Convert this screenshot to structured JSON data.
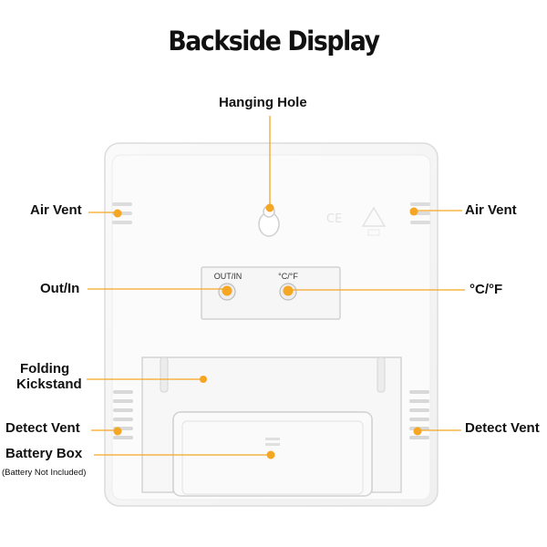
{
  "title": "Backside Display",
  "labels": {
    "hanging_hole": "Hanging Hole",
    "air_vent_left": "Air Vent",
    "air_vent_right": "Air Vent",
    "out_in": "Out/In",
    "c_f": "°C/°F",
    "folding_line1": "Folding",
    "folding_line2": "Kickstand",
    "detect_vent_left": "Detect Vent",
    "detect_vent_right": "Detect Vent",
    "battery_box": "Battery Box",
    "battery_note": "(Battery Not Included)"
  },
  "switch_labels": {
    "out_in": "OUT/IN",
    "c_f": "°C/°F"
  },
  "colors": {
    "accent": "#f5a623",
    "device": "#ffffff",
    "outline": "#d8d8d8"
  }
}
